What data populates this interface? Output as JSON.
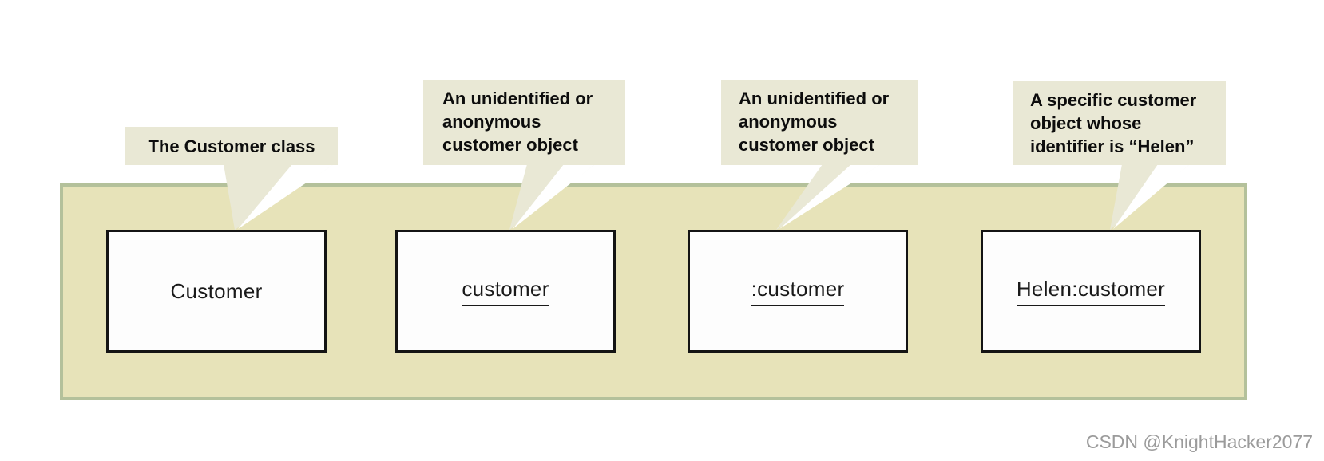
{
  "diagram": {
    "title_hint": "UML class vs object notation",
    "colors": {
      "frame_fill": "#e7e3b9",
      "frame_border": "#b4c19b",
      "callout_fill": "#e9e8d5",
      "callout_tail_highlight": "#ffffff",
      "box_fill": "#fdfdfd",
      "box_border": "#141414",
      "text": "#0d0d0d",
      "watermark": "#9b9b9b"
    },
    "callouts": [
      {
        "lines": [
          "The Customer class"
        ]
      },
      {
        "lines": [
          "An unidentified or",
          "anonymous",
          "customer object"
        ]
      },
      {
        "lines": [
          "An unidentified or",
          "anonymous",
          "customer object"
        ]
      },
      {
        "lines": [
          "A specific customer",
          "object whose",
          "identifier is “Helen”"
        ]
      }
    ],
    "nodes": [
      {
        "label": "Customer",
        "underlined": false
      },
      {
        "label": "customer",
        "underlined": true
      },
      {
        "label": ":customer",
        "underlined": true
      },
      {
        "label": "Helen:customer",
        "underlined": true
      }
    ]
  },
  "watermark": {
    "text": "CSDN @KnightHacker2077"
  }
}
